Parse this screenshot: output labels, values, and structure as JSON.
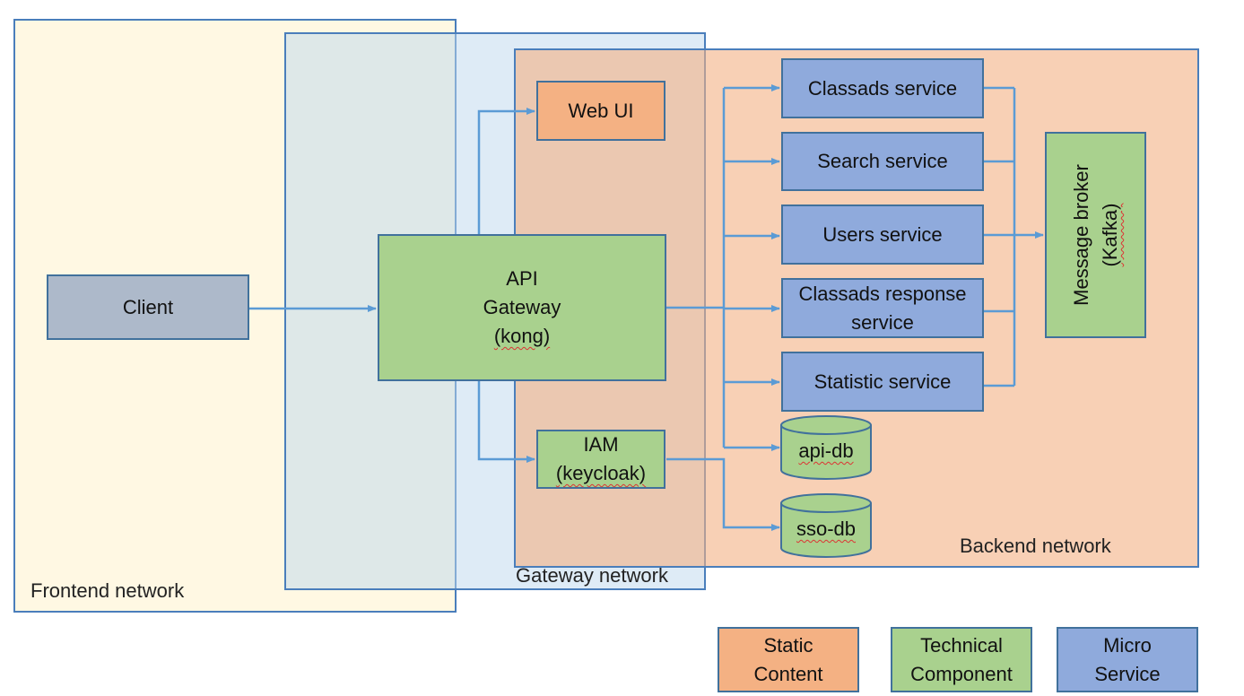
{
  "zones": {
    "frontend": "Frontend network",
    "gateway": "Gateway network",
    "backend": "Backend network"
  },
  "nodes": {
    "client": "Client",
    "api_gateway": [
      "API",
      "Gateway",
      "(kong)"
    ],
    "web_ui": "Web UI",
    "iam": [
      "IAM",
      "(keycloak)"
    ],
    "classads_service": "Classads service",
    "search_service": "Search service",
    "users_service": "Users service",
    "classads_response_service": [
      "Classads response",
      "service"
    ],
    "statistic_service": "Statistic service",
    "api_db": "api-db",
    "sso_db": "sso-db",
    "message_broker": [
      "Message broker",
      "(Kafka)"
    ]
  },
  "legend": {
    "static": [
      "Static",
      "Content"
    ],
    "technical": [
      "Technical",
      "Component"
    ],
    "micro": [
      "Micro",
      "Service"
    ]
  },
  "colors": {
    "micro_service": "#8faadc",
    "technical_component": "#a9d18e",
    "static_content": "#f4b183",
    "client": "#adb9ca",
    "frontend_zone": "#fff2cc",
    "gateway_zone": "#bdd7ee",
    "backend_zone": "#f4b183",
    "arrow": "#5b9bd5"
  }
}
